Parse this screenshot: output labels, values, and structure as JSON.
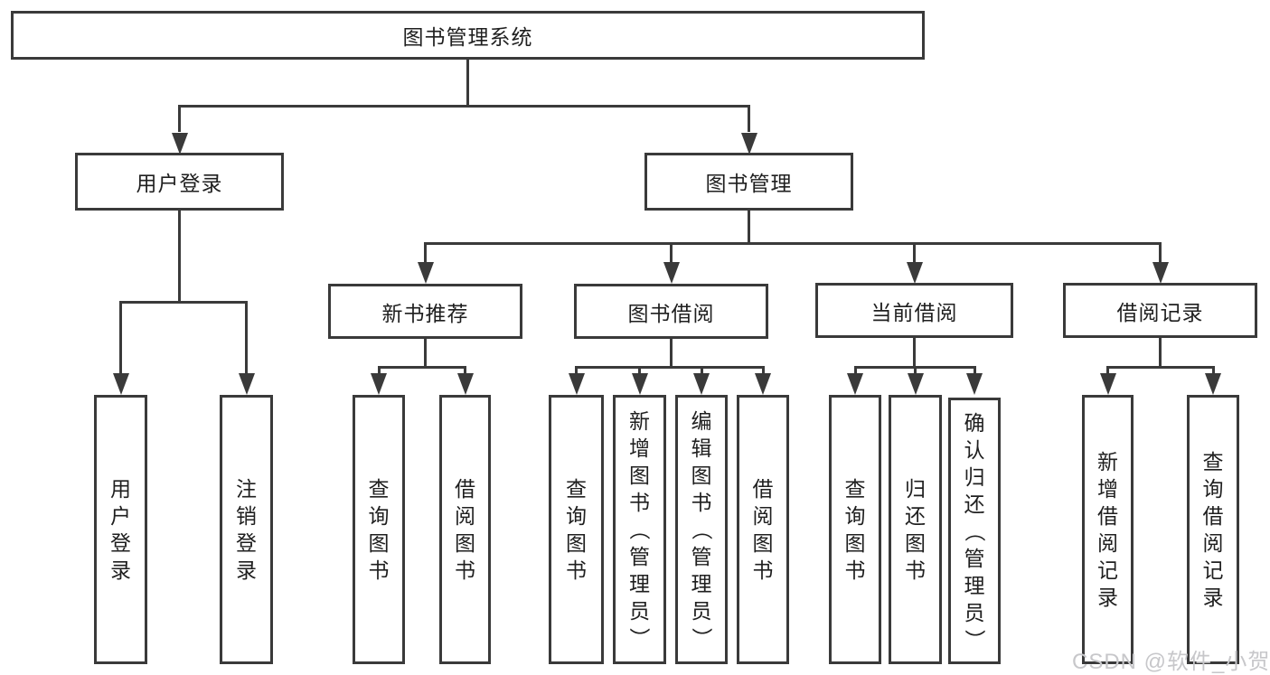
{
  "diagram": {
    "title": "图书管理系统",
    "branches": [
      {
        "label": "用户登录",
        "children": [
          "用户登录",
          "注销登录"
        ]
      },
      {
        "label": "图书管理",
        "children": [
          {
            "label": "新书推荐",
            "children": [
              "查询图书",
              "借阅图书"
            ]
          },
          {
            "label": "图书借阅",
            "children": [
              "查询图书",
              "新增图书（管理员）",
              "编辑图书（管理员）",
              "借阅图书"
            ]
          },
          {
            "label": "当前借阅",
            "children": [
              "查询图书",
              "归还图书",
              "确认归还（管理员）"
            ]
          },
          {
            "label": "借阅记录",
            "children": [
              "新增借阅记录",
              "查询借阅记录"
            ]
          }
        ]
      }
    ]
  },
  "watermark": "CSDN @软件_小贺同学",
  "colors": {
    "line": "#3a3a3a",
    "border": "#3a3a3a",
    "text": "#1f1f1f",
    "watermark": "#c7c7ca",
    "background": "#ffffff"
  }
}
